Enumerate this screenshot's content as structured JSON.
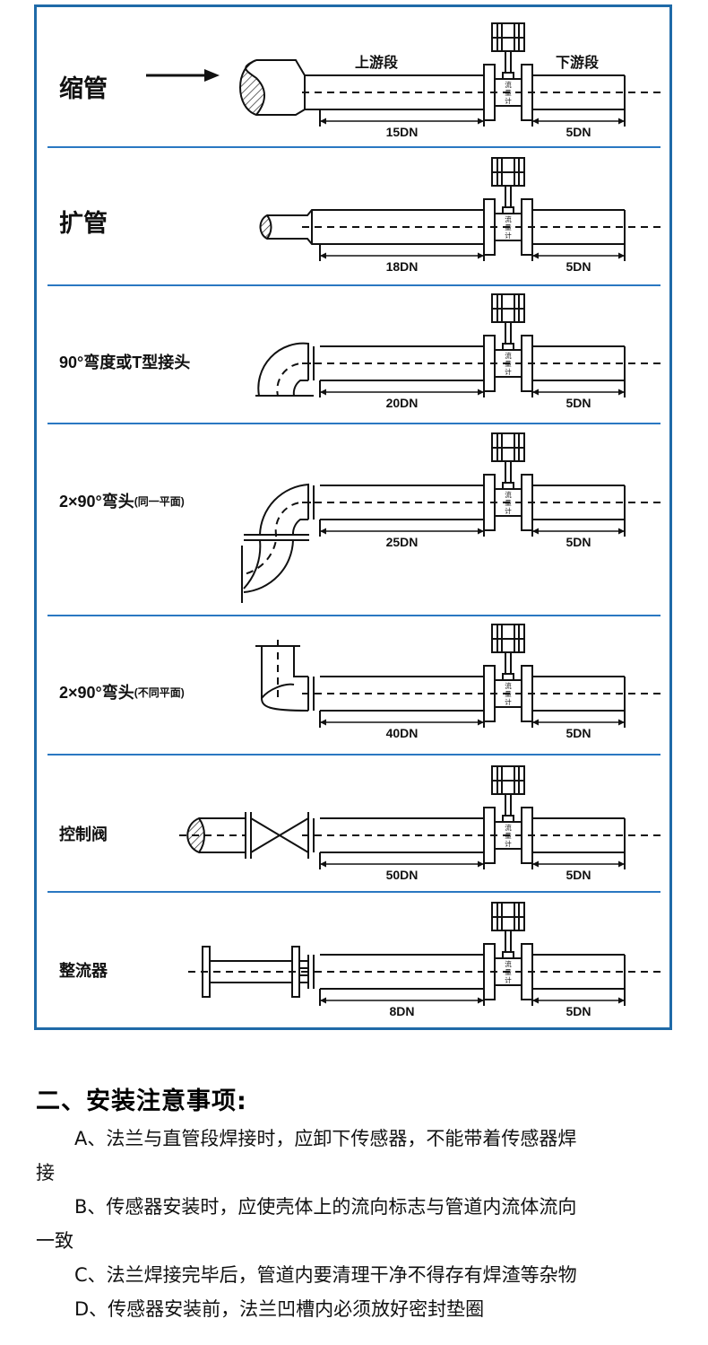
{
  "diagram": {
    "upstream_label": "上游段",
    "downstream_label": "下游段",
    "meter_text": [
      "流",
      "量",
      "计"
    ],
    "downstream_dn": "5DN",
    "rows": [
      {
        "id": "reducer",
        "title": "缩管",
        "title_size": "large",
        "upstream_dn": "15DN"
      },
      {
        "id": "expander",
        "title": "扩管",
        "title_size": "large",
        "upstream_dn": "18DN"
      },
      {
        "id": "elbow-90",
        "title": "90°弯度或T型接头",
        "title_size": "small",
        "upstream_dn": "20DN"
      },
      {
        "id": "double-elbow-same",
        "title": "2×90°弯头",
        "title_suffix": "(同一平面)",
        "title_size": "small",
        "upstream_dn": "25DN"
      },
      {
        "id": "double-elbow-diff",
        "title": "2×90°弯头",
        "title_suffix": "(不同平面)",
        "title_size": "small",
        "upstream_dn": "40DN"
      },
      {
        "id": "control-valve",
        "title": "控制阀",
        "title_size": "small",
        "upstream_dn": "50DN"
      },
      {
        "id": "flow-straightener",
        "title": "整流器",
        "title_size": "small",
        "upstream_dn": "8DN"
      }
    ]
  },
  "notes": {
    "heading": "二、安装注意事项:",
    "items": [
      {
        "line1": "A、法兰与直管段焊接时，应卸下传感器，不能带着传感器焊",
        "line2": "接"
      },
      {
        "line1": "B、传感器安装时，应使壳体上的流向标志与管道内流体流向",
        "line2": "一致"
      },
      {
        "line1": "C、法兰焊接完毕后，管道内要清理干净不得存有焊渣等杂物",
        "line2": ""
      },
      {
        "line1": "D、传感器安装前，法兰凹槽内必须放好密封垫圈",
        "line2": ""
      }
    ]
  },
  "colors": {
    "frame": "#1f6aa8",
    "divider": "#2a78c2",
    "line": "#111111",
    "hatch": "#222222"
  }
}
